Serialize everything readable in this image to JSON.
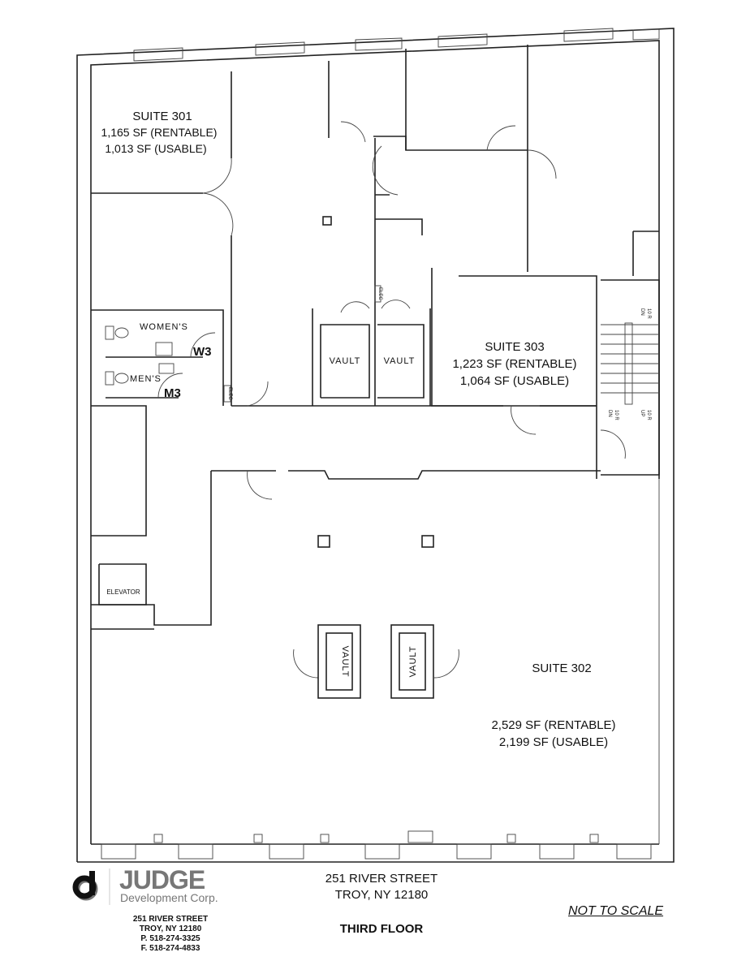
{
  "plan": {
    "suites": [
      {
        "name": "SUITE 301",
        "rentable": "1,165 SF (RENTABLE)",
        "usable": "1,013 SF (USABLE)"
      },
      {
        "name": "SUITE 303",
        "rentable": "1,223 SF (RENTABLE)",
        "usable": "1,064 SF (USABLE)"
      },
      {
        "name": "SUITE 302",
        "rentable": "2,529 SF (RENTABLE)",
        "usable": "2,199 SF (USABLE)"
      }
    ],
    "rooms": {
      "womens": "WOMEN'S",
      "mens": "MEN'S",
      "w3": "W3",
      "m3": "M3",
      "vault": "VAULT",
      "elevator": "ELEVATOR",
      "elec": "ELEC"
    },
    "stairs": {
      "dn": "DN",
      "up": "UP",
      "risers": "10 R"
    }
  },
  "footer": {
    "logo_name": "JUDGE",
    "logo_sub": "Development Corp.",
    "company_address": [
      "251 RIVER STREET",
      "TROY, NY 12180",
      "P.  518-274-3325",
      "F.  518-274-4833"
    ],
    "address_line1": "251 RIVER STREET",
    "address_line2": "TROY, NY 12180",
    "floor": "THIRD FLOOR",
    "scale_note": "NOT TO SCALE"
  }
}
